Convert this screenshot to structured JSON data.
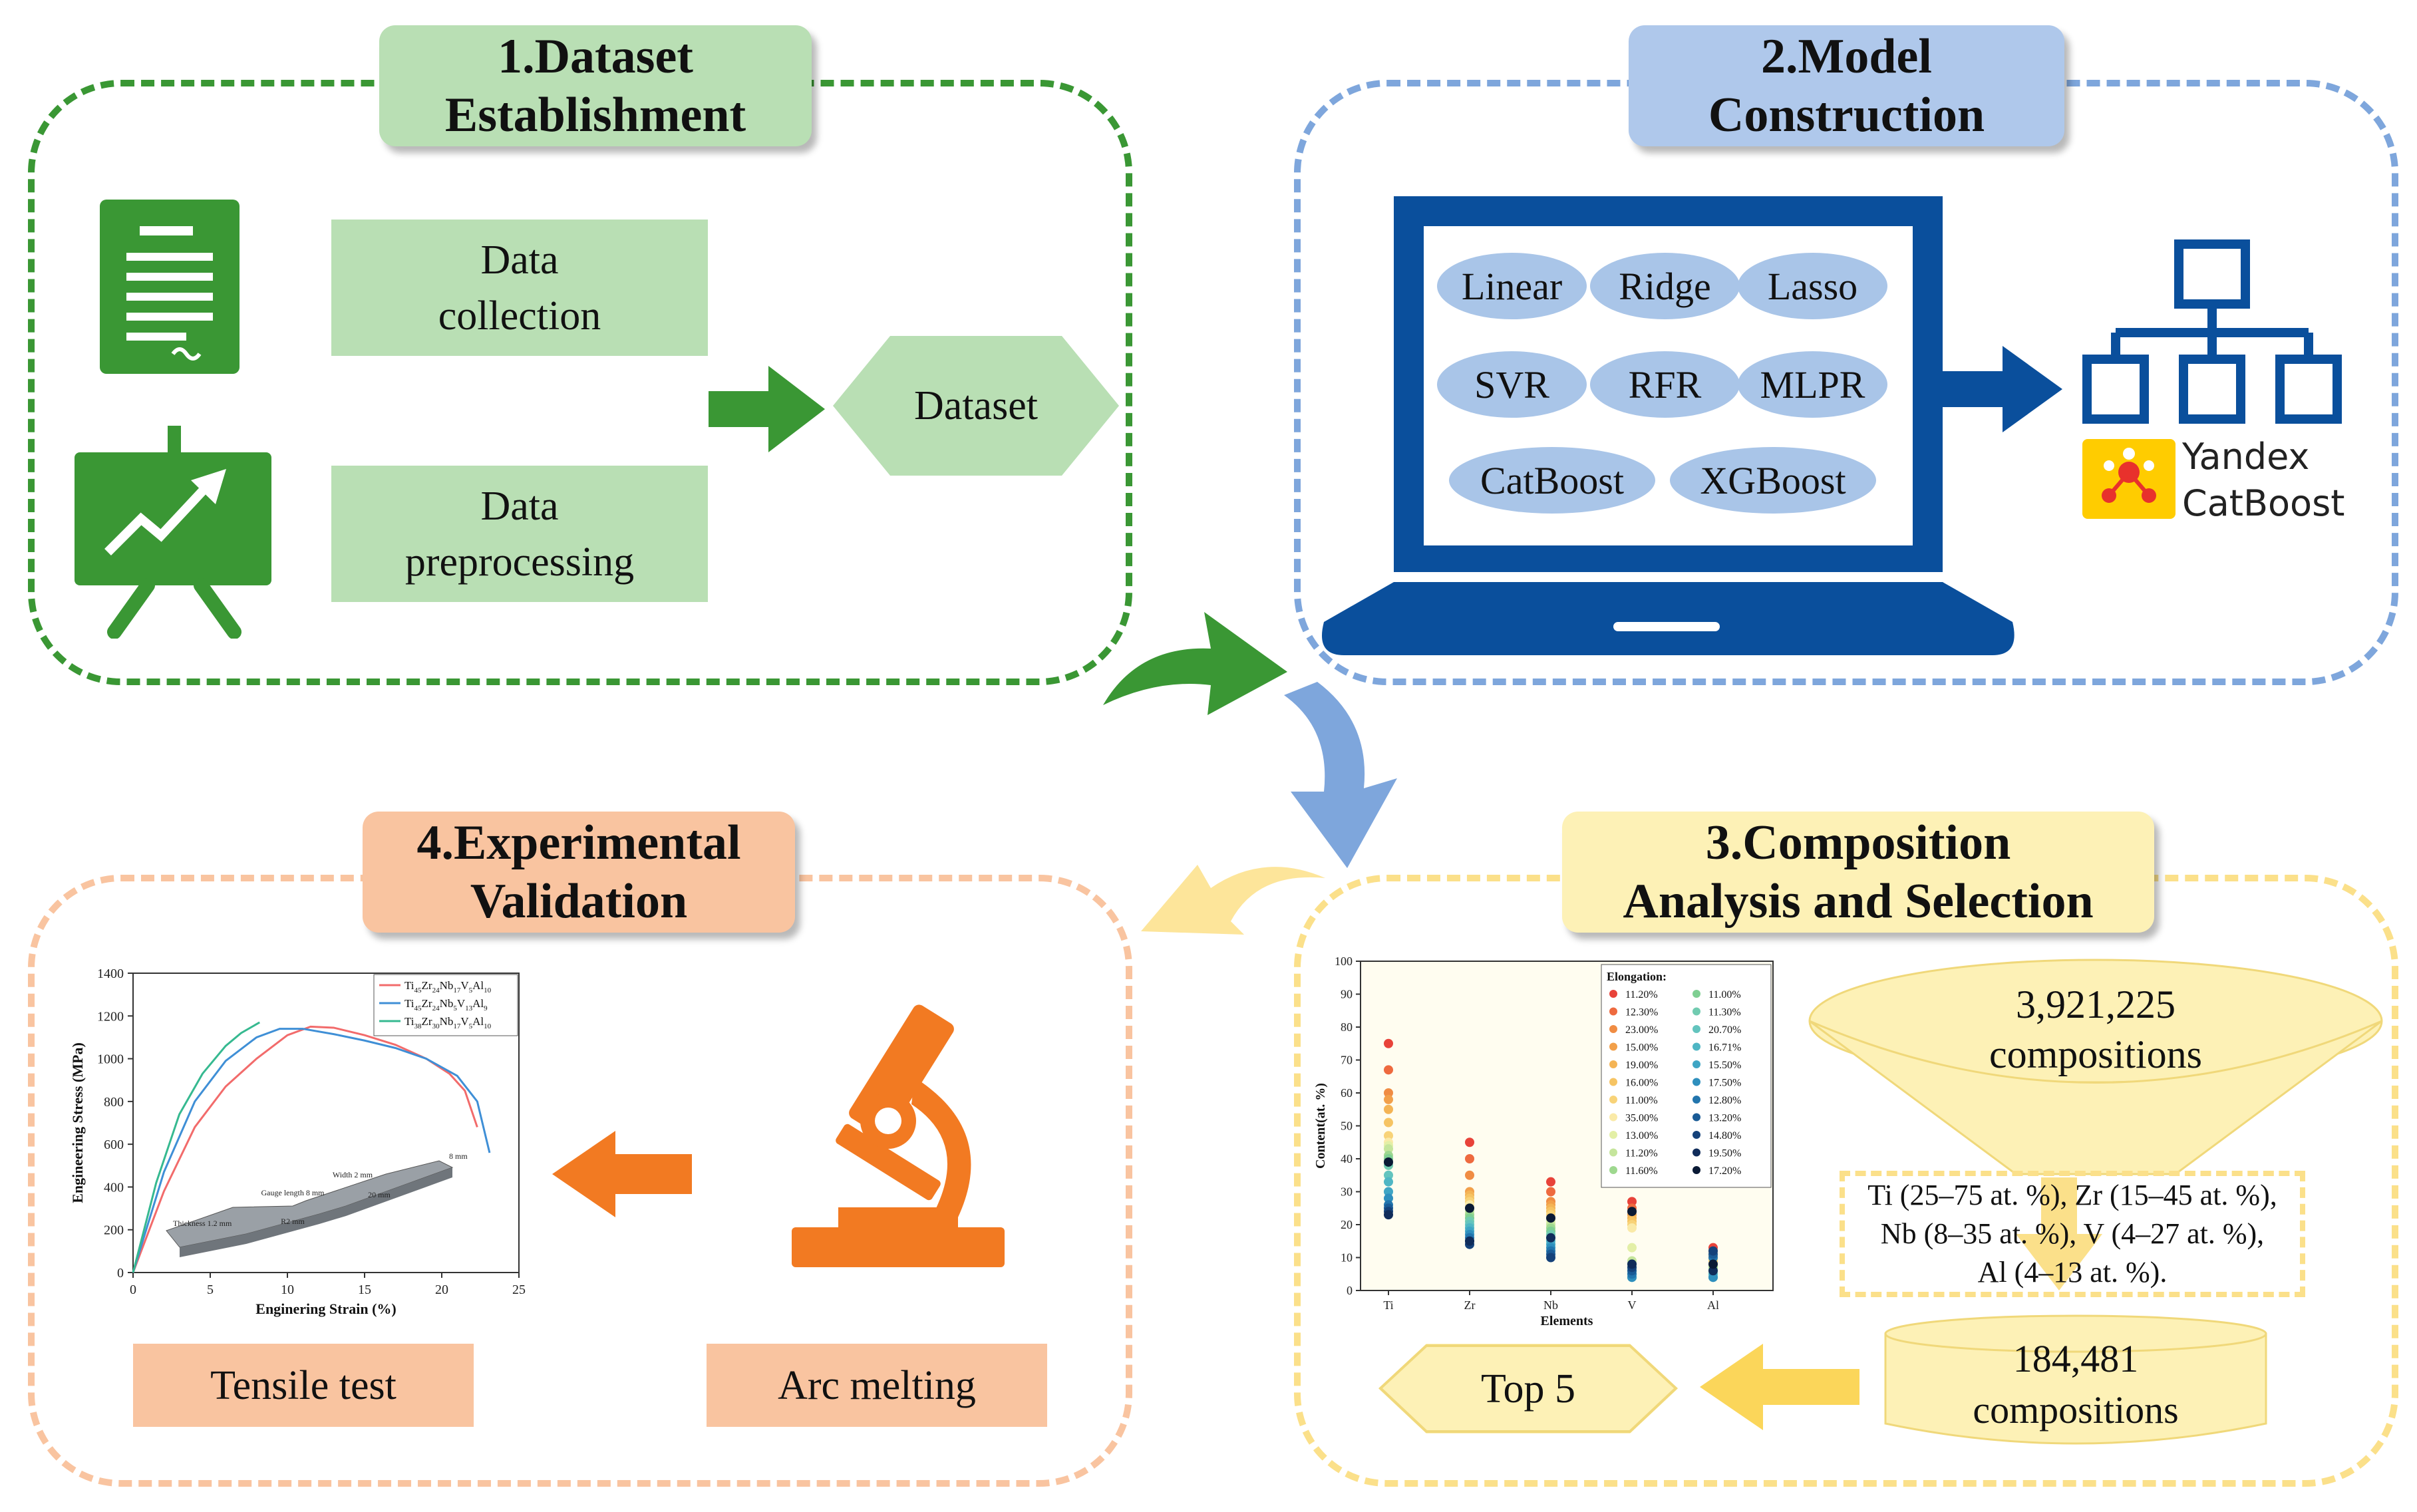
{
  "colors": {
    "green": "#3a9734",
    "green_light": "#b9dfb4",
    "blue": "#7ea6dc",
    "blue_light": "#afc8eb",
    "blue_dark": "#0a4f9c",
    "orange": "#f28a2c",
    "orange_light": "#f9c4a0",
    "yellow": "#fbe08a",
    "yellow_light": "#fdf1b6"
  },
  "section1": {
    "title": "1.Dataset\nEstablishment",
    "data_collection": "Data\ncollection",
    "data_preprocessing": "Data\npreprocessing",
    "dataset": "Dataset"
  },
  "section2": {
    "title": "2.Model\nConstruction",
    "models": [
      "Linear",
      "Ridge",
      "Lasso",
      "SVR",
      "RFR",
      "MLPR",
      "CatBoost",
      "XGBoost"
    ],
    "brand_line1": "Yandex",
    "brand_line2": "CatBoost"
  },
  "section3": {
    "title": "3.Composition\nAnalysis and Selection",
    "funnel_count": "3,921,225",
    "funnel_unit": "compositions",
    "constraints": "Ti (25–75 at. %), Zr (15–45 at. %),\nNb (8–35 at. %), V (4–27 at. %),\nAl (4–13 at. %).",
    "filtered_count": "184,481",
    "filtered_unit": "compositions",
    "top": "Top 5"
  },
  "section4": {
    "title": "4.Experimental\nValidation",
    "tensile_test": "Tensile test",
    "arc_melting": "Arc melting"
  },
  "chart_data": [
    {
      "type": "line",
      "xlabel": "Enginering Strain (%)",
      "ylabel": "Engineering Stress (MPa)",
      "xlim": [
        0,
        25
      ],
      "ylim": [
        0,
        1400
      ],
      "xticks": [
        0,
        5,
        10,
        15,
        20,
        25
      ],
      "yticks": [
        0,
        200,
        400,
        600,
        800,
        1000,
        1200,
        1400
      ],
      "legend_position": "top-right",
      "series": [
        {
          "name": "Ti45Zr24Nb17V5Al10",
          "name_parts": [
            [
              "Ti",
              "45"
            ],
            [
              "Zr",
              "24"
            ],
            [
              "Nb",
              "17"
            ],
            [
              "V",
              "5"
            ],
            [
              "Al",
              "10"
            ]
          ],
          "color": "#f26b6b",
          "x": [
            0,
            2,
            4,
            6,
            8,
            10,
            11.5,
            13,
            15,
            17,
            19,
            20.5,
            21.5,
            22.3
          ],
          "y": [
            0,
            380,
            680,
            870,
            1000,
            1110,
            1150,
            1145,
            1110,
            1065,
            1000,
            930,
            850,
            680
          ]
        },
        {
          "name": "Ti45Zr24Nb5V13Al9",
          "name_parts": [
            [
              "Ti",
              "45"
            ],
            [
              "Zr",
              "24"
            ],
            [
              "Nb",
              "5"
            ],
            [
              "V",
              "13"
            ],
            [
              "Al",
              "9"
            ]
          ],
          "color": "#3f8fd6",
          "x": [
            0,
            2,
            4,
            6,
            8,
            9.5,
            11,
            13,
            15,
            17,
            19,
            21,
            22.3,
            23.1
          ],
          "y": [
            0,
            470,
            800,
            990,
            1100,
            1140,
            1140,
            1115,
            1085,
            1050,
            1000,
            920,
            800,
            560
          ]
        },
        {
          "name": "Ti38Zr30Nb17V5Al10",
          "name_parts": [
            [
              "Ti",
              "38"
            ],
            [
              "Zr",
              "30"
            ],
            [
              "Nb",
              "17"
            ],
            [
              "V",
              "5"
            ],
            [
              "Al",
              "10"
            ]
          ],
          "color": "#36b990",
          "x": [
            0,
            1.5,
            3,
            4.5,
            6,
            7,
            8.2
          ],
          "y": [
            0,
            420,
            740,
            930,
            1060,
            1120,
            1170
          ]
        }
      ],
      "specimen_labels": [
        "Thickness 1.2 mm",
        "Gauge length 8 mm",
        "Width 2 mm",
        "R2 mm",
        "20 mm",
        "8 mm"
      ]
    },
    {
      "type": "scatter",
      "xlabel": "Elements",
      "ylabel": "Content(at. %)",
      "ylim": [
        0,
        100
      ],
      "yticks": [
        0,
        10,
        20,
        30,
        40,
        50,
        60,
        70,
        80,
        90,
        100
      ],
      "categories": [
        "Ti",
        "Zr",
        "Nb",
        "V",
        "Al"
      ],
      "legend_title": "Elongation:",
      "legend_position": "top-right",
      "legend_left": [
        {
          "label": "11.20%",
          "color": "#e8433a"
        },
        {
          "label": "12.30%",
          "color": "#ee6a3f"
        },
        {
          "label": "23.00%",
          "color": "#f08c43"
        },
        {
          "label": "15.00%",
          "color": "#f2a04a"
        },
        {
          "label": "19.00%",
          "color": "#f4b455"
        },
        {
          "label": "16.00%",
          "color": "#f6c463"
        },
        {
          "label": "11.00%",
          "color": "#f8d378"
        },
        {
          "label": "35.00%",
          "color": "#faeaa8"
        },
        {
          "label": "13.00%",
          "color": "#e3efa6"
        },
        {
          "label": "11.20%",
          "color": "#c5e59c"
        },
        {
          "label": "11.60%",
          "color": "#9ed88f"
        }
      ],
      "legend_right": [
        {
          "label": "11.00%",
          "color": "#7fcf92"
        },
        {
          "label": "11.30%",
          "color": "#71cbb0"
        },
        {
          "label": "20.70%",
          "color": "#63c4be"
        },
        {
          "label": "16.71%",
          "color": "#4fb6c4"
        },
        {
          "label": "15.50%",
          "color": "#3fa5c4"
        },
        {
          "label": "17.50%",
          "color": "#2f8fbd"
        },
        {
          "label": "12.80%",
          "color": "#2275ad"
        },
        {
          "label": "13.20%",
          "color": "#1a5b96"
        },
        {
          "label": "14.80%",
          "color": "#15427a"
        },
        {
          "label": "19.50%",
          "color": "#102c5a"
        },
        {
          "label": "17.20%",
          "color": "#0a1a35"
        }
      ],
      "points": [
        {
          "cat": "Ti",
          "values": [
            75,
            67,
            60,
            58,
            55,
            51,
            47,
            45,
            44,
            43,
            41,
            40,
            38,
            35,
            33,
            30,
            28,
            26,
            25,
            24,
            23,
            39
          ]
        },
        {
          "cat": "Zr",
          "values": [
            45,
            40,
            35,
            30,
            29,
            28,
            27,
            26,
            25,
            24,
            23,
            22,
            21,
            20,
            19,
            18,
            17,
            16,
            15,
            14,
            15,
            25
          ]
        },
        {
          "cat": "Nb",
          "values": [
            33,
            30,
            27,
            26,
            25,
            24,
            23,
            22,
            21,
            20,
            19,
            18,
            17,
            16,
            15,
            14,
            13,
            12,
            11,
            10,
            16,
            22
          ]
        },
        {
          "cat": "V",
          "values": [
            27,
            25,
            24,
            23,
            22,
            21,
            20,
            19,
            13,
            9,
            8,
            7,
            6,
            5,
            5,
            4,
            4,
            5,
            6,
            7,
            8,
            24
          ]
        },
        {
          "cat": "Al",
          "values": [
            13,
            12,
            11,
            10,
            10,
            9,
            9,
            8,
            8,
            7,
            7,
            6,
            6,
            5,
            5,
            4,
            4,
            10,
            11,
            12,
            6,
            8
          ]
        }
      ]
    }
  ]
}
